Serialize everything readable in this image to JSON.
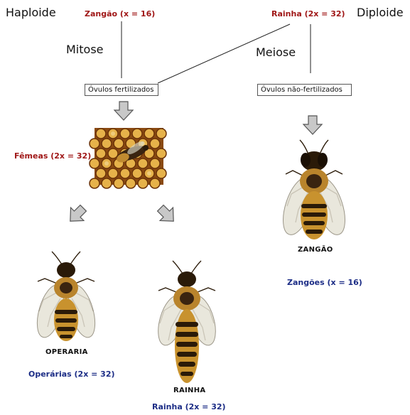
{
  "labels": {
    "haploide": "Haploide",
    "diploide": "Diploide",
    "mitose": "Mitose",
    "meiose": "Meiose",
    "zangao_top": "Zangão (x = 16)",
    "rainha_top": "Rainha (2x = 32)",
    "femeas": "Fêmeas (2x = 32)",
    "zangoes": "Zangões (x = 16)",
    "operarias": "Operárias (2x = 32)",
    "rainha_bottom": "Rainha (2x = 32)"
  },
  "boxes": {
    "fertilized": "Óvulos fertilizados",
    "unfertilized": "Óvulos não-fertilizados"
  },
  "captions": {
    "zangao": "ZANGÃO",
    "operaria": "OPERARIA",
    "rainha": "RAINHA"
  },
  "colors": {
    "red": "#a01818",
    "blue": "#1c2d86",
    "arrow_fill": "#c8c8c8",
    "arrow_stroke": "#555555"
  }
}
